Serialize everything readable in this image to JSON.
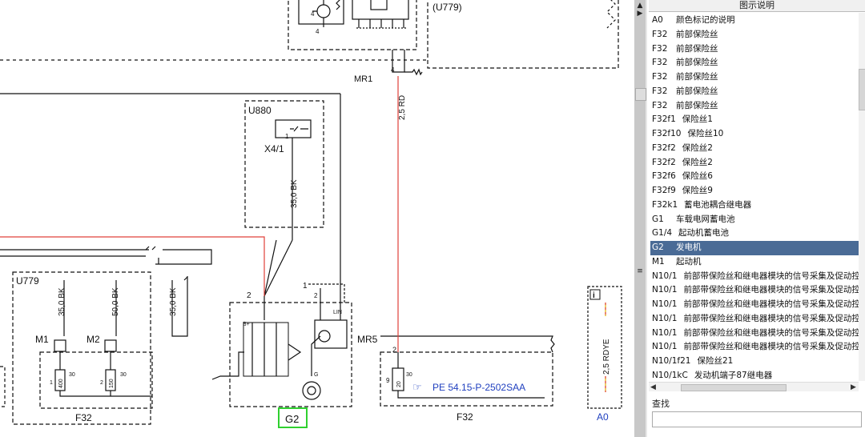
{
  "diagram": {
    "labels": {
      "u779_top": "(U779)",
      "mr1": "MR1",
      "wire_red_top": "2,5 RD",
      "u880": "U880",
      "x41": "X4/1",
      "wire_bk_35_a": "35,0 BK",
      "u779_box": "U779",
      "wire_bk_35_b": "35,0 BK",
      "wire_bk_50": "50,0 BK",
      "wire_bk_35_c": "35,0 BK",
      "m1": "M1",
      "m2": "M2",
      "f32_left": "F32",
      "g2": "G2",
      "mr5": "MR5",
      "f32_right": "F32",
      "pe_ref": "PE 54.15-P-2502SAA",
      "a0": "A0",
      "wire_rdye": "2,5 RDYE",
      "lin": "LIN",
      "b_plus": "B+",
      "g_small": "G",
      "pin_2a": "2",
      "pin_1a": "1",
      "pin_2b": "2",
      "pin_1b": "1",
      "pin_4a": "4",
      "pin_4b": "4",
      "pin_2c": "2",
      "pin_9": "9",
      "pin_30a": "30",
      "pin_30b": "30",
      "pin_30c": "30",
      "pin_1c": "1",
      "pin_2d": "2",
      "fuse_400": "400",
      "fuse_150": "150",
      "fuse_20": "20"
    },
    "colors": {
      "red_wire": "#e0403a",
      "black_wire": "#111111",
      "g2_highlight": "#2fd02f",
      "a0_blue": "#1f3fbf",
      "pe_blue": "#1f3fbf"
    }
  },
  "legend": {
    "title": "图示说明",
    "items": [
      {
        "code": "A0",
        "text": "颜色标记的说明"
      },
      {
        "code": "F32",
        "text": "前部保险丝"
      },
      {
        "code": "F32",
        "text": "前部保险丝"
      },
      {
        "code": "F32",
        "text": "前部保险丝"
      },
      {
        "code": "F32",
        "text": "前部保险丝"
      },
      {
        "code": "F32",
        "text": "前部保险丝"
      },
      {
        "code": "F32",
        "text": "前部保险丝"
      },
      {
        "code": "F32f1",
        "text": "保险丝1"
      },
      {
        "code": "F32f10",
        "text": "保险丝10"
      },
      {
        "code": "F32f2",
        "text": "保险丝2"
      },
      {
        "code": "F32f2",
        "text": "保险丝2"
      },
      {
        "code": "F32f6",
        "text": "保险丝6"
      },
      {
        "code": "F32f9",
        "text": "保险丝9"
      },
      {
        "code": "F32k1",
        "text": "蓄电池耦合继电器"
      },
      {
        "code": "G1",
        "text": "车载电网蓄电池"
      },
      {
        "code": "G1/4",
        "text": "起动机蓄电池"
      },
      {
        "code": "G2",
        "text": "发电机"
      },
      {
        "code": "M1",
        "text": "起动机"
      },
      {
        "code": "N10/1",
        "text": "前部带保险丝和继电器模块的信号采集及促动控"
      },
      {
        "code": "N10/1",
        "text": "前部带保险丝和继电器模块的信号采集及促动控"
      },
      {
        "code": "N10/1",
        "text": "前部带保险丝和继电器模块的信号采集及促动控"
      },
      {
        "code": "N10/1",
        "text": "前部带保险丝和继电器模块的信号采集及促动控"
      },
      {
        "code": "N10/1",
        "text": "前部带保险丝和继电器模块的信号采集及促动控"
      },
      {
        "code": "N10/1",
        "text": "前部带保险丝和继电器模块的信号采集及促动控"
      },
      {
        "code": "N10/1f21",
        "text": "保险丝21"
      },
      {
        "code": "N10/1kC",
        "text": "发动机端子87继电器"
      }
    ],
    "selected_index": 16,
    "search_label": "查找",
    "search_value": ""
  }
}
